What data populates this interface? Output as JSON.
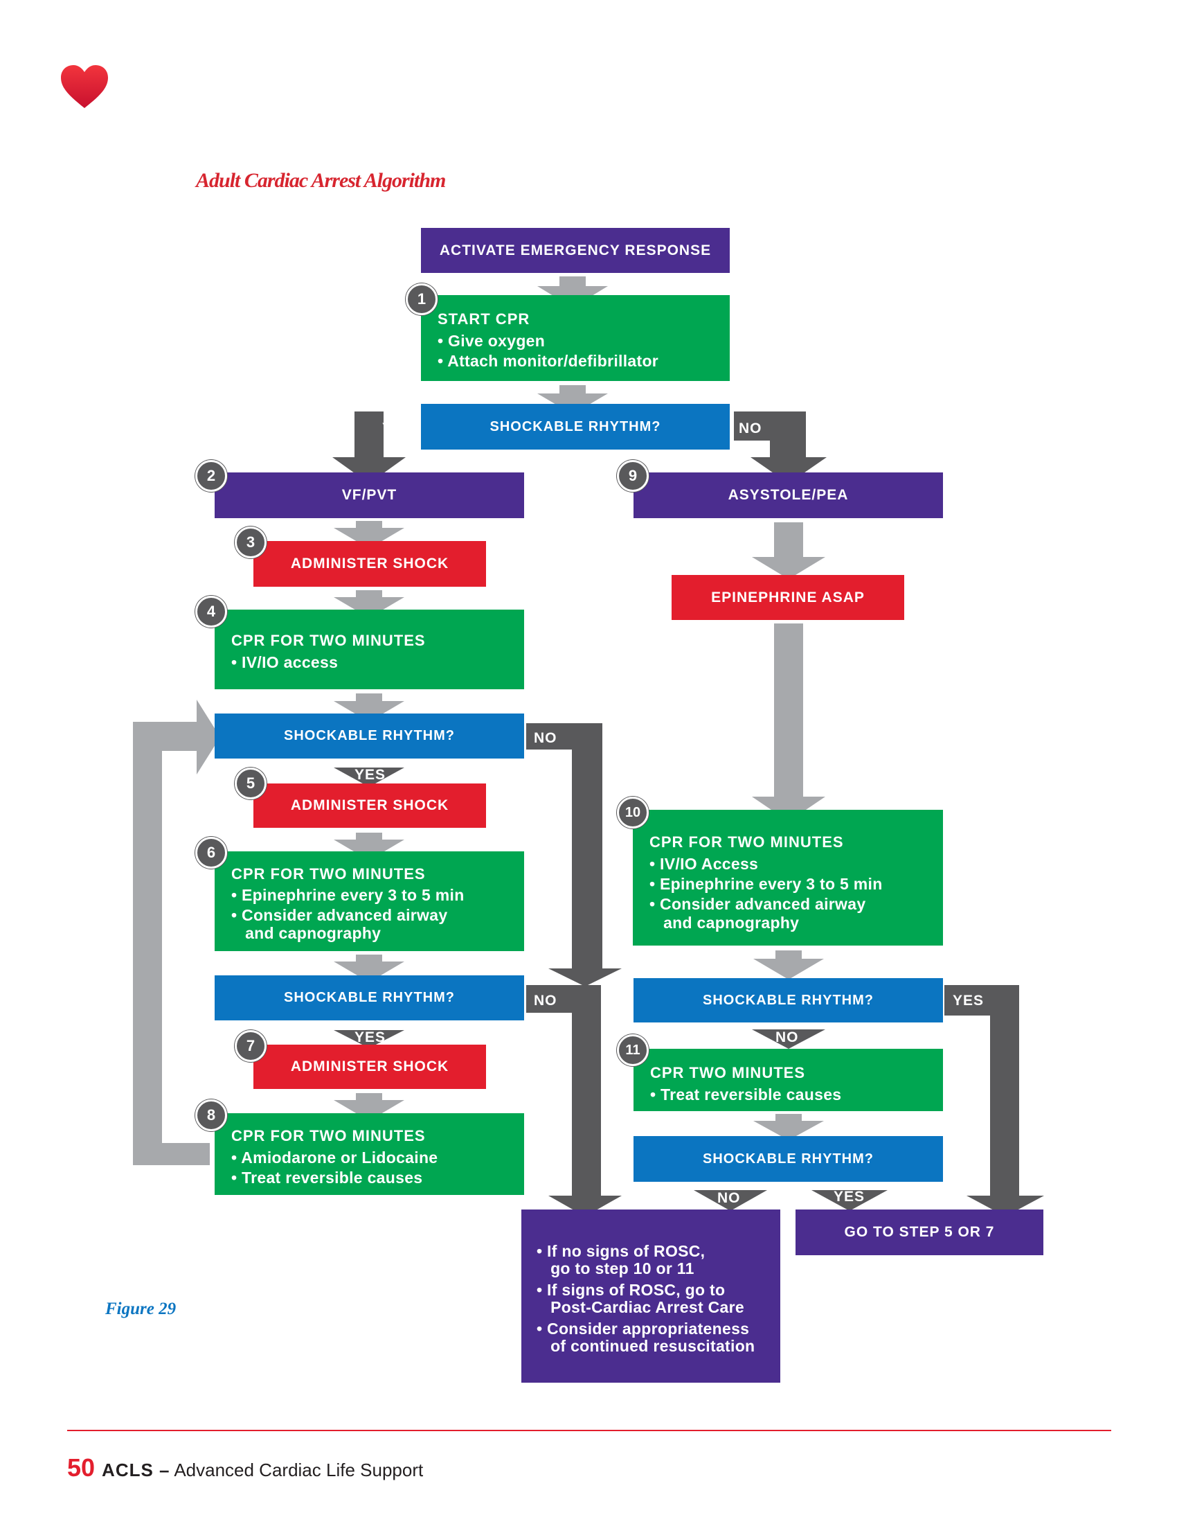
{
  "title": "Adult Cardiac Arrest Algorithm",
  "figure_label": "Figure 29",
  "footer": {
    "page_number": "50",
    "brand": "ACLS –",
    "subtitle": "Advanced Cardiac Life Support"
  },
  "icons": {
    "logo": "heart-icon"
  },
  "colors": {
    "purple": "#4b2d8f",
    "green": "#00a651",
    "blue": "#0b75c1",
    "red": "#e31e2d",
    "gray_arrow": "#a7a9ac",
    "dark_arrow": "#59595b"
  },
  "boxes": {
    "activate": "ACTIVATE EMERGENCY RESPONSE",
    "start_cpr": {
      "heading": "START CPR",
      "items": [
        "• Give oxygen",
        "• Attach monitor/defibrillator"
      ]
    },
    "shockable_1": "SHOCKABLE RHYTHM?",
    "vf_pvt": "VF/PVT",
    "asystole_pea": "ASYSTOLE/PEA",
    "shock_3": "ADMINISTER SHOCK",
    "epinephrine_asap": "EPINEPHRINE ASAP",
    "cpr_4": {
      "heading": "CPR FOR TWO MINUTES",
      "items": [
        "• IV/IO access"
      ]
    },
    "shockable_left_1": "SHOCKABLE RHYTHM?",
    "shock_5": "ADMINISTER SHOCK",
    "cpr_6": {
      "heading": "CPR FOR TWO MINUTES",
      "items": [
        "• Epinephrine every 3 to 5 min",
        "• Consider advanced airway",
        "   and capnography"
      ]
    },
    "shockable_left_2": "SHOCKABLE RHYTHM?",
    "shock_7": "ADMINISTER SHOCK",
    "cpr_8": {
      "heading": "CPR FOR TWO MINUTES",
      "items": [
        "• Amiodarone or Lidocaine",
        "• Treat reversible causes"
      ]
    },
    "cpr_10": {
      "heading": "CPR FOR TWO MINUTES",
      "items": [
        "• IV/IO Access",
        "• Epinephrine every 3 to 5 min",
        "• Consider advanced airway",
        "   and capnography"
      ]
    },
    "shockable_right_1": "SHOCKABLE RHYTHM?",
    "cpr_11": {
      "heading": "CPR TWO MINUTES",
      "items": [
        "• Treat reversible causes"
      ]
    },
    "shockable_right_2": "SHOCKABLE RHYTHM?",
    "go_to_step": "GO TO STEP 5 OR 7",
    "final": {
      "items": [
        "• If no signs of ROSC,",
        "   go to step 10 or 11",
        "• If signs of ROSC, go to",
        "   Post-Cardiac Arrest Care",
        "• Consider appropriateness",
        "   of continued resuscitation"
      ]
    }
  },
  "labels": {
    "yes": "YES",
    "no": "NO"
  },
  "steps": [
    "1",
    "2",
    "3",
    "4",
    "5",
    "6",
    "7",
    "8",
    "9",
    "10",
    "11"
  ]
}
